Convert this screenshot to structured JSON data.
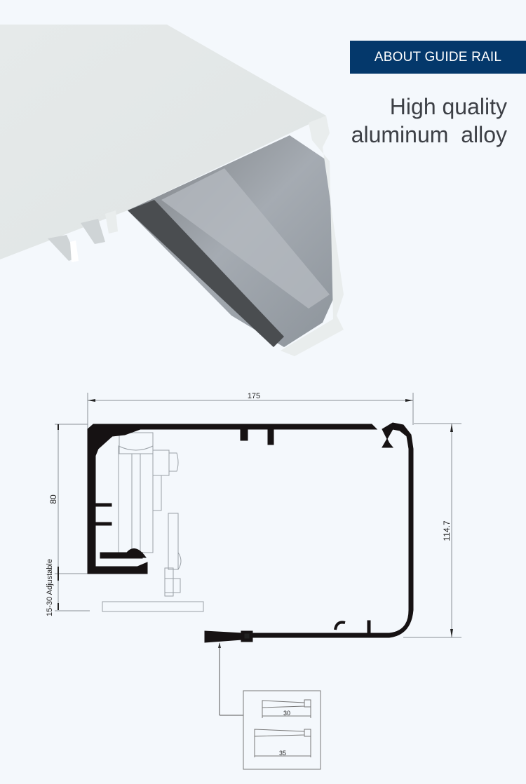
{
  "badge": {
    "label": "ABOUT GUIDE RAIL"
  },
  "headline": {
    "line1": "High quality",
    "line2": "aluminum  alloy"
  },
  "photo": {
    "subject": "aluminum guide rail profile (3D render)"
  },
  "drawing": {
    "dimensions": {
      "width": "175",
      "height_left": "80",
      "adjustable": "15-30 Adjustable",
      "height_right": "114.7"
    },
    "inset": {
      "brush_short": "30",
      "brush_long": "35"
    }
  },
  "colors": {
    "badge_bg": "#04386b",
    "page_bg": "#f4f8fc",
    "headline": "#3c3f45"
  }
}
